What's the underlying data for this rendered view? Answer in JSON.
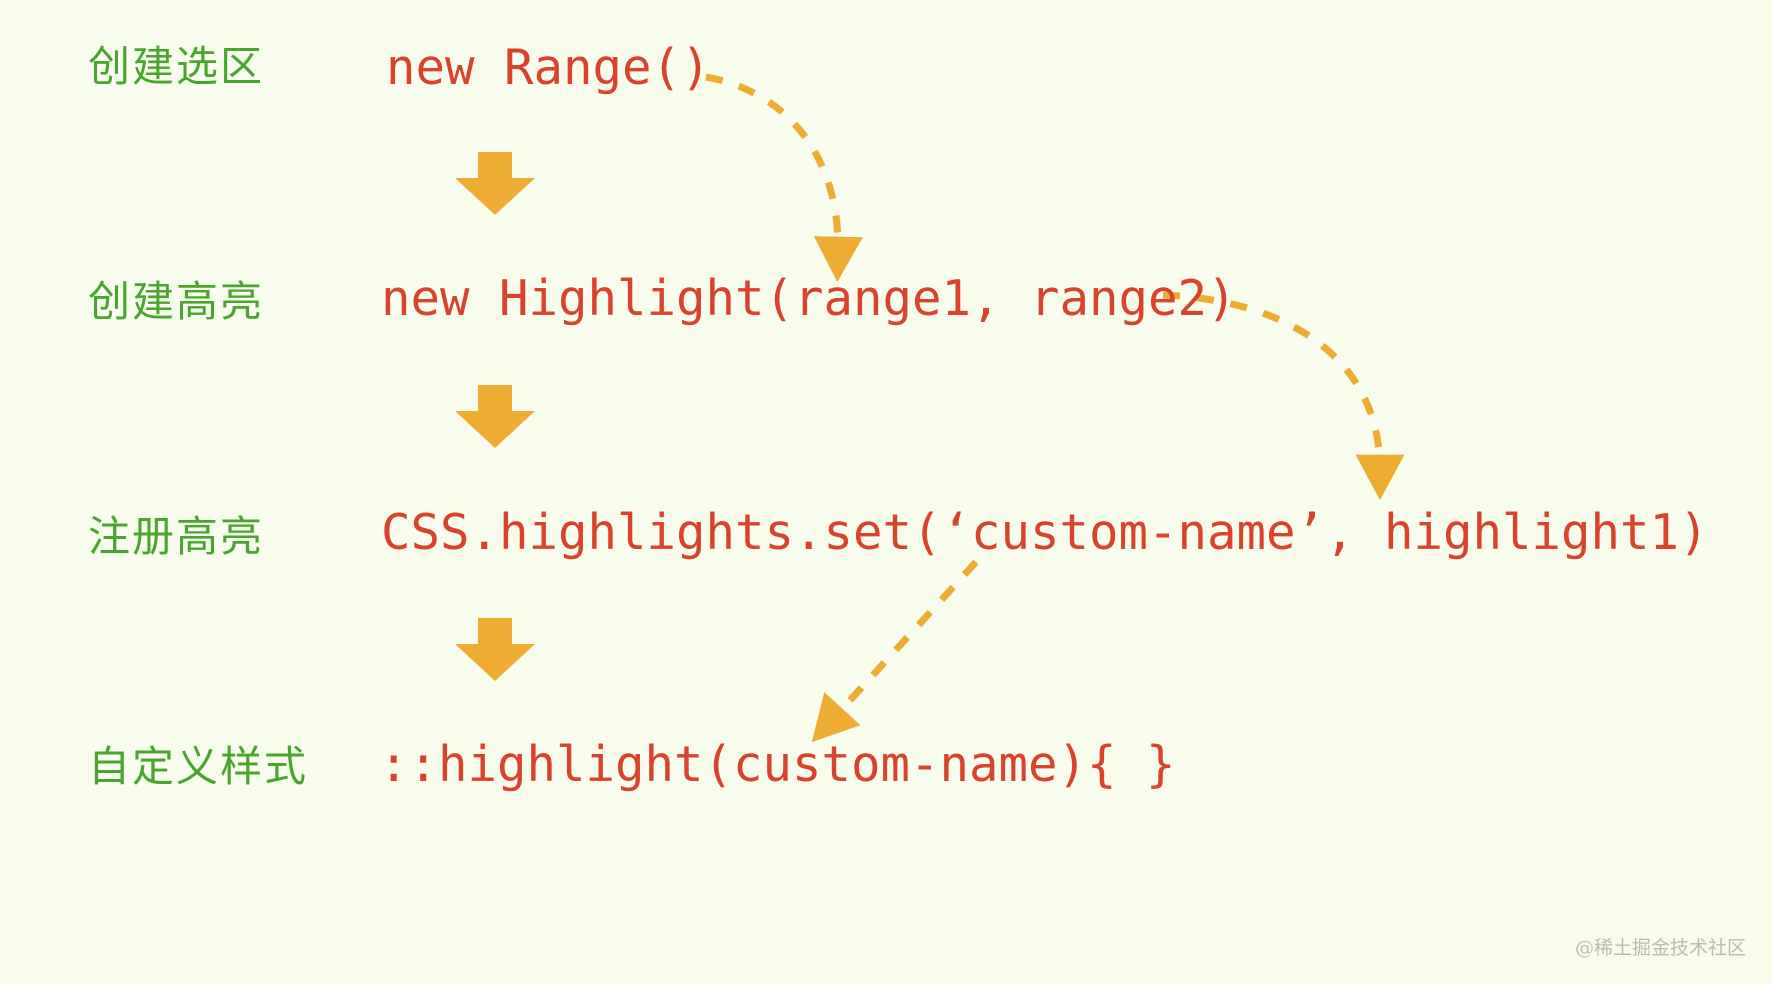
{
  "canvas": {
    "background_color": "#f7fcec",
    "label_color": "#4aa52e",
    "code_color": "#d9422b",
    "arrow_color": "#eeac33",
    "watermark_color": "#b9bdae"
  },
  "rows": [
    {
      "label": "创建选区",
      "code": "new Range()"
    },
    {
      "label": "创建高亮",
      "code": "new Highlight(range1, range2)"
    },
    {
      "label": "注册高亮",
      "code": "CSS.highlights.set(‘custom-name’, highlight1)"
    },
    {
      "label": "自定义样式",
      "code": "::highlight(custom-name){ }"
    }
  ],
  "flow_arrows": [
    {
      "name": "step-arrow-1-to-2",
      "kind": "down-block-arrow",
      "from_row": 1,
      "to_row": 2
    },
    {
      "name": "step-arrow-2-to-3",
      "kind": "down-block-arrow",
      "from_row": 2,
      "to_row": 3
    },
    {
      "name": "step-arrow-3-to-4",
      "kind": "down-block-arrow",
      "from_row": 3,
      "to_row": 4
    }
  ],
  "reference_arrows": [
    {
      "name": "range-reference-arrow",
      "kind": "dashed-curve",
      "from": "new Range()",
      "to": "range1"
    },
    {
      "name": "highlight-reference-arrow",
      "kind": "dashed-curve",
      "from": "new Highlight(range1, range2)",
      "to": "highlight1"
    },
    {
      "name": "custom-name-reference-arrow",
      "kind": "dashed-curve",
      "from": "‘custom-name’",
      "to": "custom-name"
    }
  ],
  "watermark": "@稀土掘金技术社区"
}
